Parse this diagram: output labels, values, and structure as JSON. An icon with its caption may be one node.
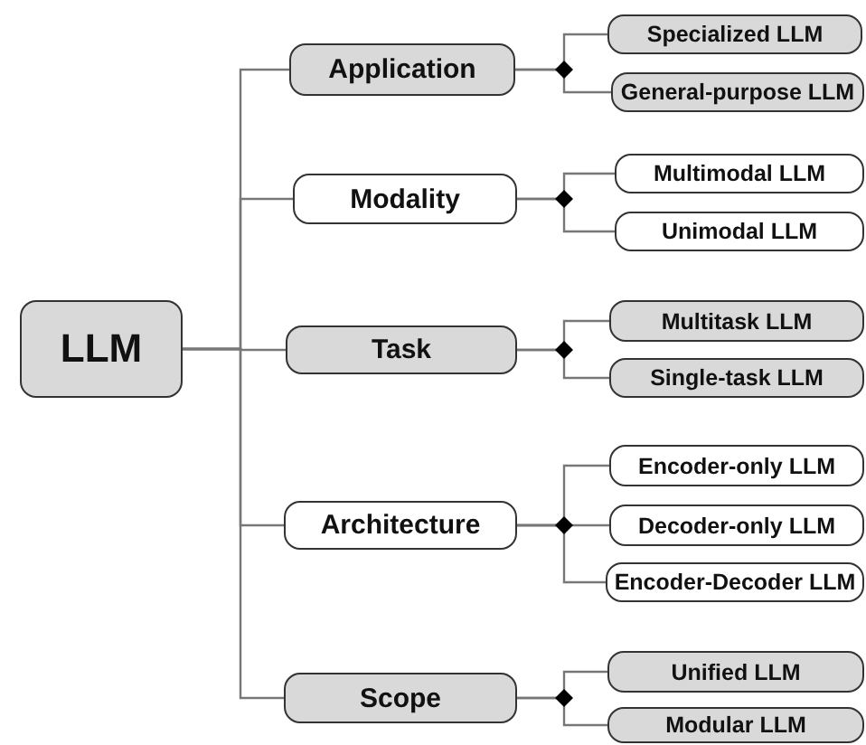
{
  "diagram": {
    "nodes": [
      {
        "text": [
          "LLM"
        ]
      },
      {
        "text": [
          "Application"
        ]
      },
      {
        "text": [
          "Specialized LLM"
        ]
      },
      {
        "text": [
          "General-purpose LLM"
        ]
      },
      {
        "text": [
          "Modality"
        ]
      },
      {
        "text": [
          "Multimodal LLM"
        ]
      },
      {
        "text": [
          "Unimodal LLM"
        ]
      },
      {
        "text": [
          "Task"
        ]
      },
      {
        "text": [
          "Multitask LLM"
        ]
      },
      {
        "text": [
          "Single-task LLM"
        ]
      },
      {
        "text": [
          "Architecture"
        ]
      },
      {
        "text": [
          "Encoder-only LLM"
        ]
      },
      {
        "text": [
          "Decoder-only LLM"
        ]
      },
      {
        "text": [
          "Encoder-Decoder LLM"
        ]
      },
      {
        "text": [
          "Scope"
        ]
      },
      {
        "text": [
          "Unified LLM"
        ]
      },
      {
        "text": [
          "Modular LLM"
        ]
      }
    ],
    "edges": [
      {
        "from": 0,
        "to": 1,
        "arrow": "none"
      },
      {
        "from": 0,
        "to": 4,
        "arrow": "none"
      },
      {
        "from": 0,
        "to": 7,
        "arrow": "none"
      },
      {
        "from": 0,
        "to": 10,
        "arrow": "none"
      },
      {
        "from": 0,
        "to": 14,
        "arrow": "none"
      },
      {
        "from": 1,
        "to": 2,
        "arrow": "none"
      },
      {
        "from": 1,
        "to": 3,
        "arrow": "none"
      },
      {
        "from": 4,
        "to": 5,
        "arrow": "none"
      },
      {
        "from": 4,
        "to": 6,
        "arrow": "none"
      },
      {
        "from": 7,
        "to": 8,
        "arrow": "none"
      },
      {
        "from": 7,
        "to": 9,
        "arrow": "none"
      },
      {
        "from": 10,
        "to": 11,
        "arrow": "none"
      },
      {
        "from": 10,
        "to": 12,
        "arrow": "none"
      },
      {
        "from": 10,
        "to": 13,
        "arrow": "none"
      },
      {
        "from": 14,
        "to": 15,
        "arrow": "none"
      },
      {
        "from": 14,
        "to": 16,
        "arrow": "none"
      }
    ]
  }
}
